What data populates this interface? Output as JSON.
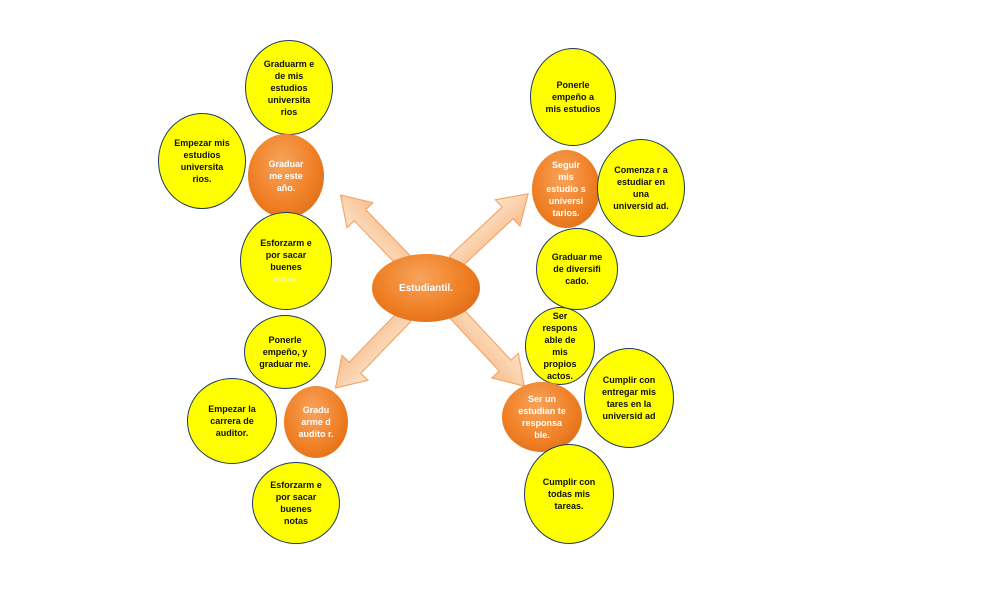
{
  "colors": {
    "leaf_fill": "#ffff00",
    "leaf_border": "#1f3a5a",
    "branch_fill": "#f07f25",
    "arrow_fill": "#fbd3b0",
    "arrow_stroke": "#f4a76b"
  },
  "center": {
    "label": "Estudiantil."
  },
  "top_left": {
    "branch": "Graduar me este año.",
    "leaves": [
      "Graduarm e de mis estudios universita rios",
      "Empezar mis estudios universita rios.",
      {
        "main": "Esforzarm e por sacar buenes",
        "tail": "notas."
      }
    ]
  },
  "top_right": {
    "branch": "Seguir mis estudio s universi tarios.",
    "leaves": [
      "Ponerle empeño a mis estudios",
      "Comenza r a estudiar en una universid ad.",
      "Graduar me de diversifi cado."
    ]
  },
  "bottom_left": {
    "branch": "Gradu arme d audito r.",
    "leaves": [
      "Ponerle empeño, y graduar me.",
      "Empezar la carrera de auditor.",
      "Esforzarm e por sacar buenes notas"
    ]
  },
  "bottom_right": {
    "branch": "Ser un estudian te responsa ble.",
    "leaves": [
      "Ser respons able de mis propios actos.",
      "Cumplir con entregar mis tares en la universid ad",
      "Cumplir con todas mis tareas."
    ]
  }
}
